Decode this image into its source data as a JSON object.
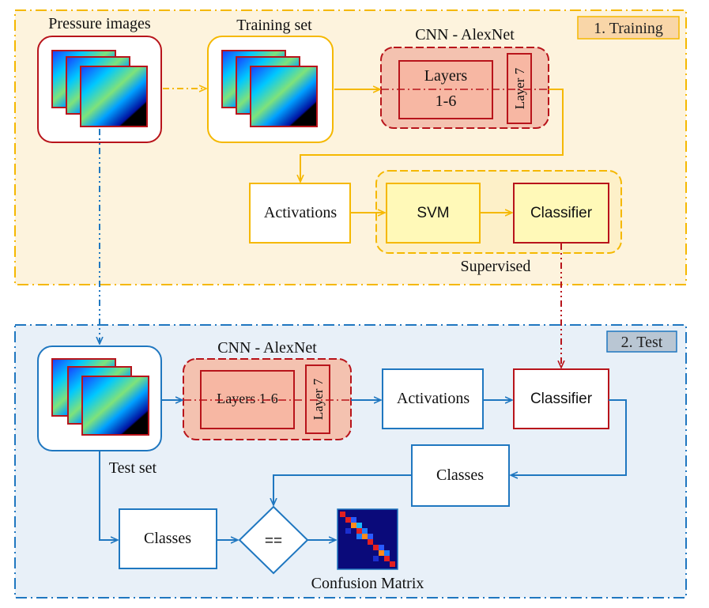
{
  "training": {
    "panel_label": "1. Training",
    "pressure_images_label": "Pressure images",
    "training_set_label": "Training set",
    "cnn_label": "CNN - AlexNet",
    "layers_label_line1": "Layers",
    "layers_label_line2": "1-6",
    "layer7_label": "Layer 7",
    "activations_label": "Activations",
    "svm_label": "SVM",
    "classifier_label": "Classifier",
    "supervised_label": "Supervised"
  },
  "test": {
    "panel_label": "2. Test",
    "cnn_label": "CNN - AlexNet",
    "layers_label": "Layers 1-6",
    "layer7_label": "Layer 7",
    "activations_label": "Activations",
    "classifier_label": "Classifier",
    "classes_label_right": "Classes",
    "test_set_label": "Test set",
    "classes_label_left": "Classes",
    "compare_label": "==",
    "confusion_matrix_label": "Confusion Matrix"
  },
  "colors": {
    "training_border": "#f5b800",
    "training_fill": "#fdf3dd",
    "test_border": "#1f77c0",
    "test_fill": "#e8f0f8",
    "red_border": "#b8141b",
    "cnn_fill": "#f4c2b0"
  },
  "icons": {
    "pressure_image": "pressure-heatmap-thumbnail",
    "confusion_matrix": "confusion-matrix-heatmap"
  }
}
